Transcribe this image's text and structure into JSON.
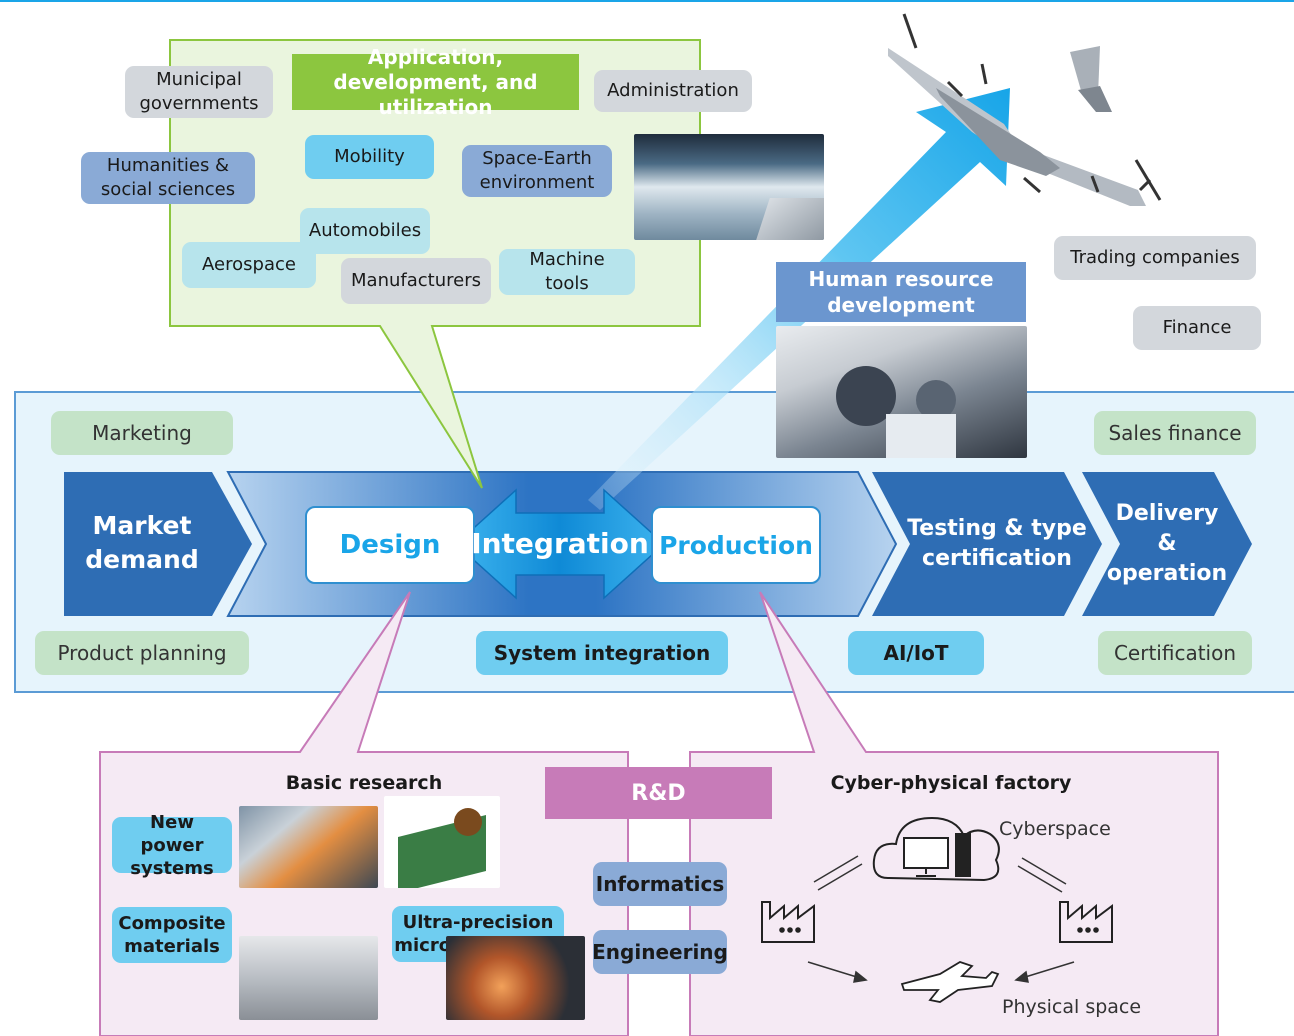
{
  "top_callout": {
    "header": "Application, development, and utilization",
    "tags": {
      "municipal": "Municipal governments",
      "administration": "Administration",
      "humanities": "Humanities & social sciences",
      "mobility": "Mobility",
      "space_earth": "Space-Earth environment",
      "automobiles": "Automobiles",
      "aerospace": "Aerospace",
      "manufacturers": "Manufacturers",
      "machine_tools": "Machine tools"
    }
  },
  "right_tags": {
    "trading": "Trading companies",
    "finance": "Finance"
  },
  "hrd": {
    "title": "Human resource development"
  },
  "value_chain": {
    "marketing": "Marketing",
    "sales_finance": "Sales finance",
    "product_planning": "Product planning",
    "system_integration": "System integration",
    "ai_iot": "AI/IoT",
    "certification": "Certification",
    "market_demand": "Market demand",
    "design": "Design",
    "integration": "Integration",
    "production": "Production",
    "testing": "Testing & type certification",
    "delivery": "Delivery & operation"
  },
  "rd": {
    "label": "R&D",
    "basic_research": "Basic research",
    "new_power": "New power systems",
    "composite": "Composite materials",
    "ultra": "Ultra-precision microfabrication",
    "informatics": "Informatics",
    "engineering": "Engineering",
    "cpf_title": "Cyber-physical factory",
    "cyberspace": "Cyberspace",
    "physical_space": "Physical space"
  },
  "colors": {
    "top_rule": "#1aa5e8",
    "callout_fill": "#eaf5de",
    "callout_border": "#8cc63f",
    "band_fill": "#e6f4fc",
    "band_border": "#5b9bd5",
    "chevron_dark": "#2e6db4",
    "rd_fill": "#f5eaf4",
    "rd_border": "#c77bb8",
    "rd_label": "#c77bb8"
  }
}
